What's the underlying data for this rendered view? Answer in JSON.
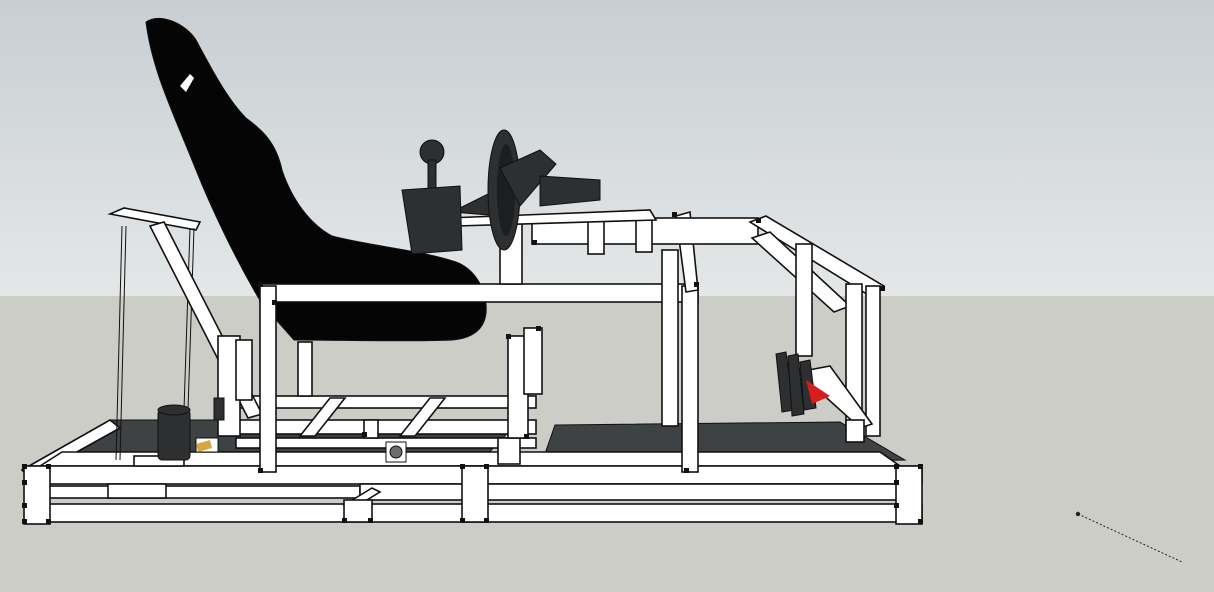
{
  "scene": {
    "sky_top_color": "#c8ced2",
    "sky_bottom_color": "#e4e7e8",
    "ground_color": "#cdcdc8",
    "frame_color": "#ffffff",
    "outline_color": "#111111",
    "seat_color": "#050505",
    "floor_panel_color": "#3f4244",
    "component_dark_color": "#2e2f30",
    "accent_color": "#d91d1d"
  },
  "objects": {
    "seat": "racing-seat",
    "wheel": "steering-wheel",
    "shifter": "gear-shifter",
    "pedals": "pedal-set",
    "frame": "aluminum-profile-rig"
  },
  "tool": {
    "cursor": "tape-measure-guide"
  }
}
